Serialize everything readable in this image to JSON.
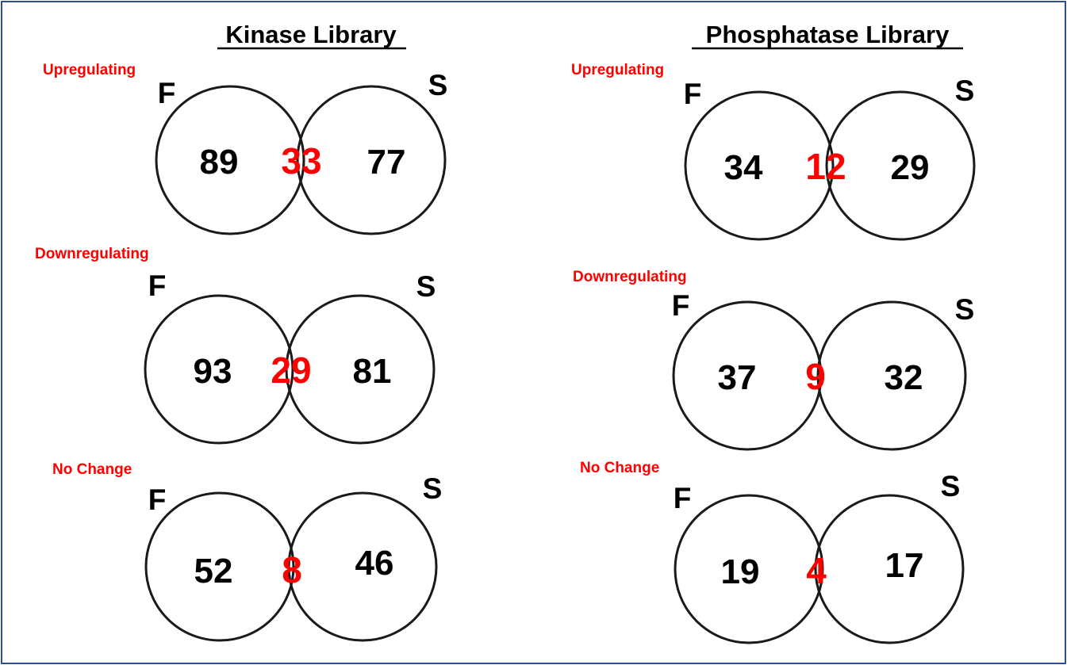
{
  "colors": {
    "text": "#000000",
    "highlight": "#ff0000",
    "border": "#2f4f8a",
    "circle_stroke": "#1a1a1a"
  },
  "panels": [
    {
      "title": "Kinase Library",
      "diagrams": [
        {
          "category": "Upregulating",
          "set_a": "F",
          "set_b": "S",
          "only_a": "89",
          "overlap": "33",
          "only_b": "77"
        },
        {
          "category": "Downregulating",
          "set_a": "F",
          "set_b": "S",
          "only_a": "93",
          "overlap": "29",
          "only_b": "81"
        },
        {
          "category": "No Change",
          "set_a": "F",
          "set_b": "S",
          "only_a": "52",
          "overlap": "8",
          "only_b": "46"
        }
      ]
    },
    {
      "title": "Phosphatase Library",
      "diagrams": [
        {
          "category": "Upregulating",
          "set_a": "F",
          "set_b": "S",
          "only_a": "34",
          "overlap": "12",
          "only_b": "29"
        },
        {
          "category": "Downregulating",
          "set_a": "F",
          "set_b": "S",
          "only_a": "37",
          "overlap": "9",
          "only_b": "32"
        },
        {
          "category": "No Change",
          "set_a": "F",
          "set_b": "S",
          "only_a": "19",
          "overlap": "4",
          "only_b": "17"
        }
      ]
    }
  ]
}
